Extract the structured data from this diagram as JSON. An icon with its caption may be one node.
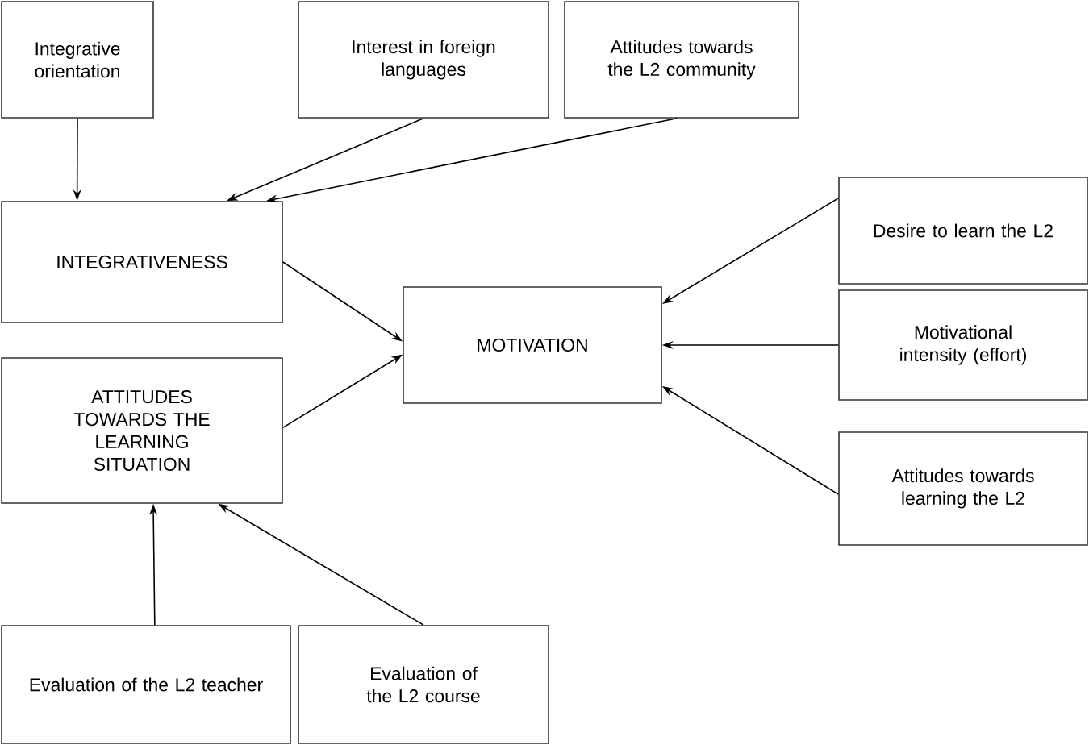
{
  "diagram": {
    "nodes": [
      {
        "text": [
          "Integrative orientation"
        ]
      },
      {
        "text": [
          "Interest in foreign languages"
        ]
      },
      {
        "text": [
          "Attitudes towards the L2 community"
        ]
      },
      {
        "text": [
          "INTEGRATIVENESS"
        ]
      },
      {
        "text": [
          "ATTITUDES TOWARDS THE LEARNING SITUATION"
        ]
      },
      {
        "text": [
          "MOTIVATION"
        ]
      },
      {
        "text": [
          "Desire to learn the L2"
        ]
      },
      {
        "text": [
          "Motivational intensity (effort)"
        ]
      },
      {
        "text": [
          "Attitudes towards learning the L2"
        ]
      },
      {
        "text": [
          "Evaluation of the L2 teacher"
        ]
      },
      {
        "text": [
          "Evaluation of the L2 course"
        ]
      }
    ],
    "edges": [
      {
        "from": 0,
        "to": 3,
        "arrow": "to"
      },
      {
        "from": 1,
        "to": 3,
        "arrow": "to"
      },
      {
        "from": 2,
        "to": 3,
        "arrow": "to"
      },
      {
        "from": 3,
        "to": 5,
        "arrow": "to"
      },
      {
        "from": 4,
        "to": 5,
        "arrow": "to"
      },
      {
        "from": 6,
        "to": 5,
        "arrow": "to"
      },
      {
        "from": 7,
        "to": 5,
        "arrow": "to"
      },
      {
        "from": 8,
        "to": 5,
        "arrow": "to"
      },
      {
        "from": 9,
        "to": 4,
        "arrow": "to"
      },
      {
        "from": 10,
        "to": 4,
        "arrow": "to"
      }
    ]
  }
}
